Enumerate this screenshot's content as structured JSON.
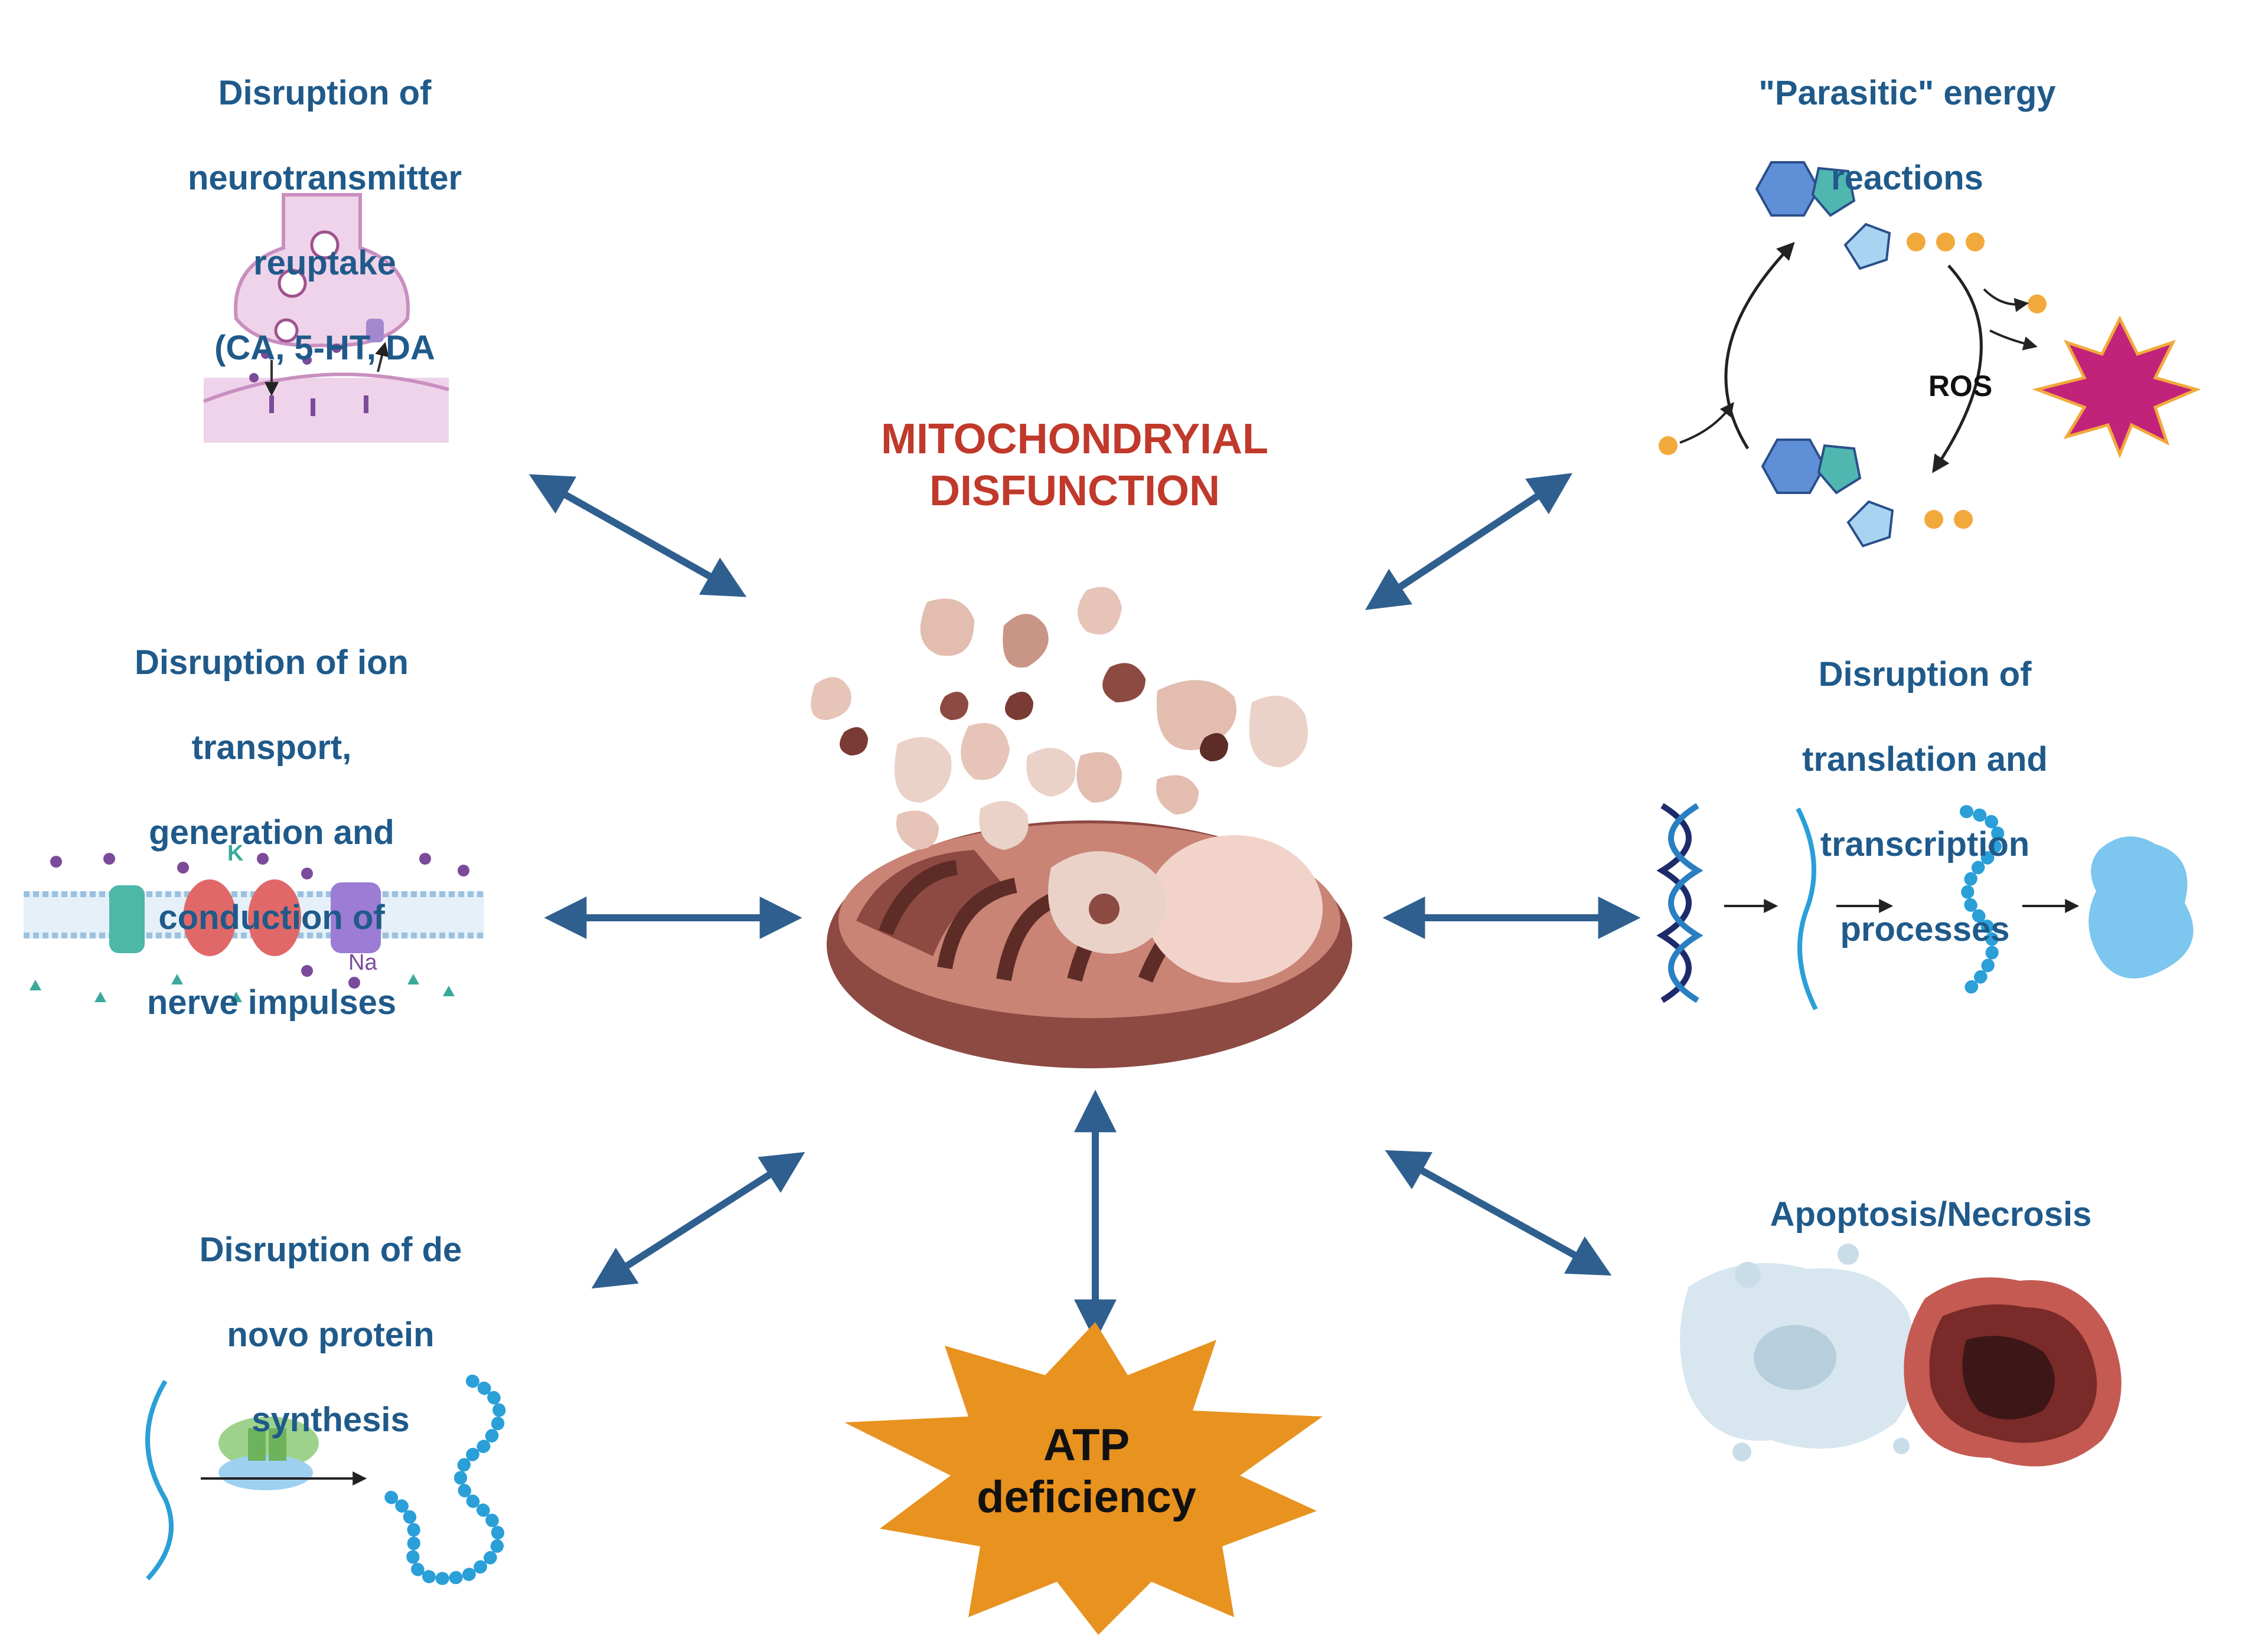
{
  "center": {
    "title_line1": "MITOCHONDRYIAL",
    "title_line2": "DISFUNCTION"
  },
  "atp": {
    "line1": "ATP",
    "line2": "deficiency"
  },
  "nodes": {
    "neurotransmitter": {
      "line1": "Disruption of",
      "line2": "neurotransmitter",
      "line3": "reuptake",
      "line4": "(CA, 5-HT, DA"
    },
    "parasitic": {
      "line1": "\"Parasitic\" energy",
      "line2": "reactions",
      "ros": "ROS"
    },
    "ion": {
      "line1": "Disruption of ion",
      "line2": "transport,",
      "line3": "generation and",
      "line4": "conduction of",
      "line5": "nerve impulses",
      "k_label": "K",
      "na_label": "Na"
    },
    "translation": {
      "line1": "Disruption of",
      "line2": "translation and",
      "line3": "transcription",
      "line4": "processes"
    },
    "denovo": {
      "line1": "Disruption of de",
      "line2": "novo protein",
      "line3": "synthesis"
    },
    "apoptosis": {
      "line1": "Apoptosis/Necrosis"
    }
  },
  "colors": {
    "label_blue": "#1f5a8a",
    "title_red": "#c0392b",
    "arrow_blue": "#2f5f8f",
    "atp_orange": "#e8921f",
    "ros_magenta": "#c2237a",
    "phosphate_orange": "#f2a93b",
    "bead_blue": "#2a9fd8"
  },
  "icons": [
    "synapse-icon",
    "atp-cycle-icon",
    "ros-burst-icon",
    "membrane-channel-icon",
    "mitochondrion-icon",
    "dna-to-protein-icon",
    "ribosome-icon",
    "apoptotic-cell-icon",
    "necrotic-cell-icon",
    "atp-burst-icon"
  ]
}
